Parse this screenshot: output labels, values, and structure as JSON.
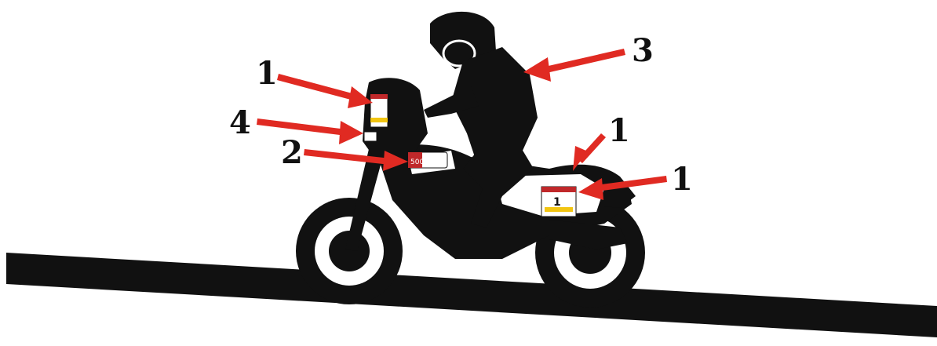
{
  "colors": {
    "silhouette": "#111111",
    "arrow": "#e02a22",
    "background": "#ffffff",
    "number_plate_red": "#c0282a",
    "number_plate_yellow": "#f2c512"
  },
  "callouts": [
    {
      "id": "sticker-front-top",
      "label": "1"
    },
    {
      "id": "rider-suit",
      "label": "3"
    },
    {
      "id": "windshield-side",
      "label": "4"
    },
    {
      "id": "fairing-sponsor",
      "label": "2"
    },
    {
      "id": "rear-top",
      "label": "1"
    },
    {
      "id": "rear-side-plate",
      "label": "1"
    }
  ],
  "stickers": {
    "number_plate": "1",
    "fairing_text": "500"
  }
}
